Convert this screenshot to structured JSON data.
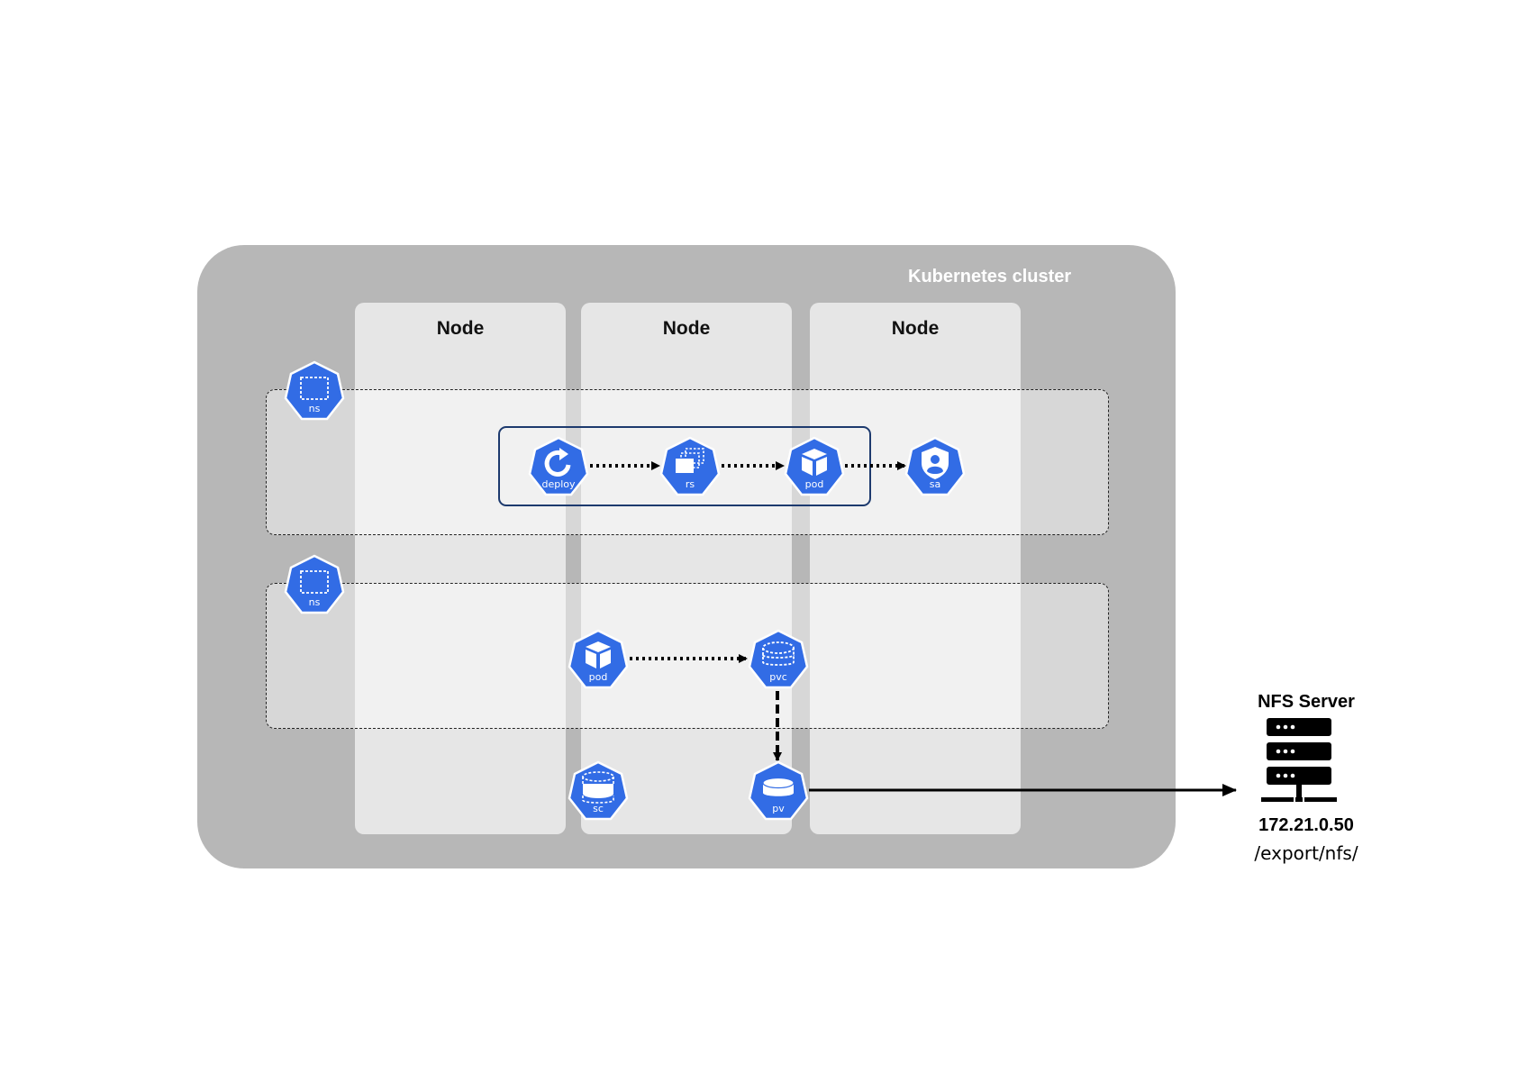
{
  "cluster": {
    "title": "Kubernetes cluster"
  },
  "nodes": [
    {
      "label": "Node"
    },
    {
      "label": "Node"
    },
    {
      "label": "Node"
    }
  ],
  "icons": {
    "ns1": "ns",
    "ns2": "ns",
    "deploy": "deploy",
    "rs": "rs",
    "pod1": "pod",
    "sa": "sa",
    "pod2": "pod",
    "pvc": "pvc",
    "sc": "sc",
    "pv": "pv"
  },
  "server": {
    "title": "NFS Server",
    "ip": "172.21.0.50",
    "path": "/export/nfs/"
  },
  "colors": {
    "k8s_blue": "#326ce5",
    "cluster_bg": "#b7b7b7",
    "node_bg": "#e6e6e6",
    "group_border": "#1d3a6e"
  }
}
